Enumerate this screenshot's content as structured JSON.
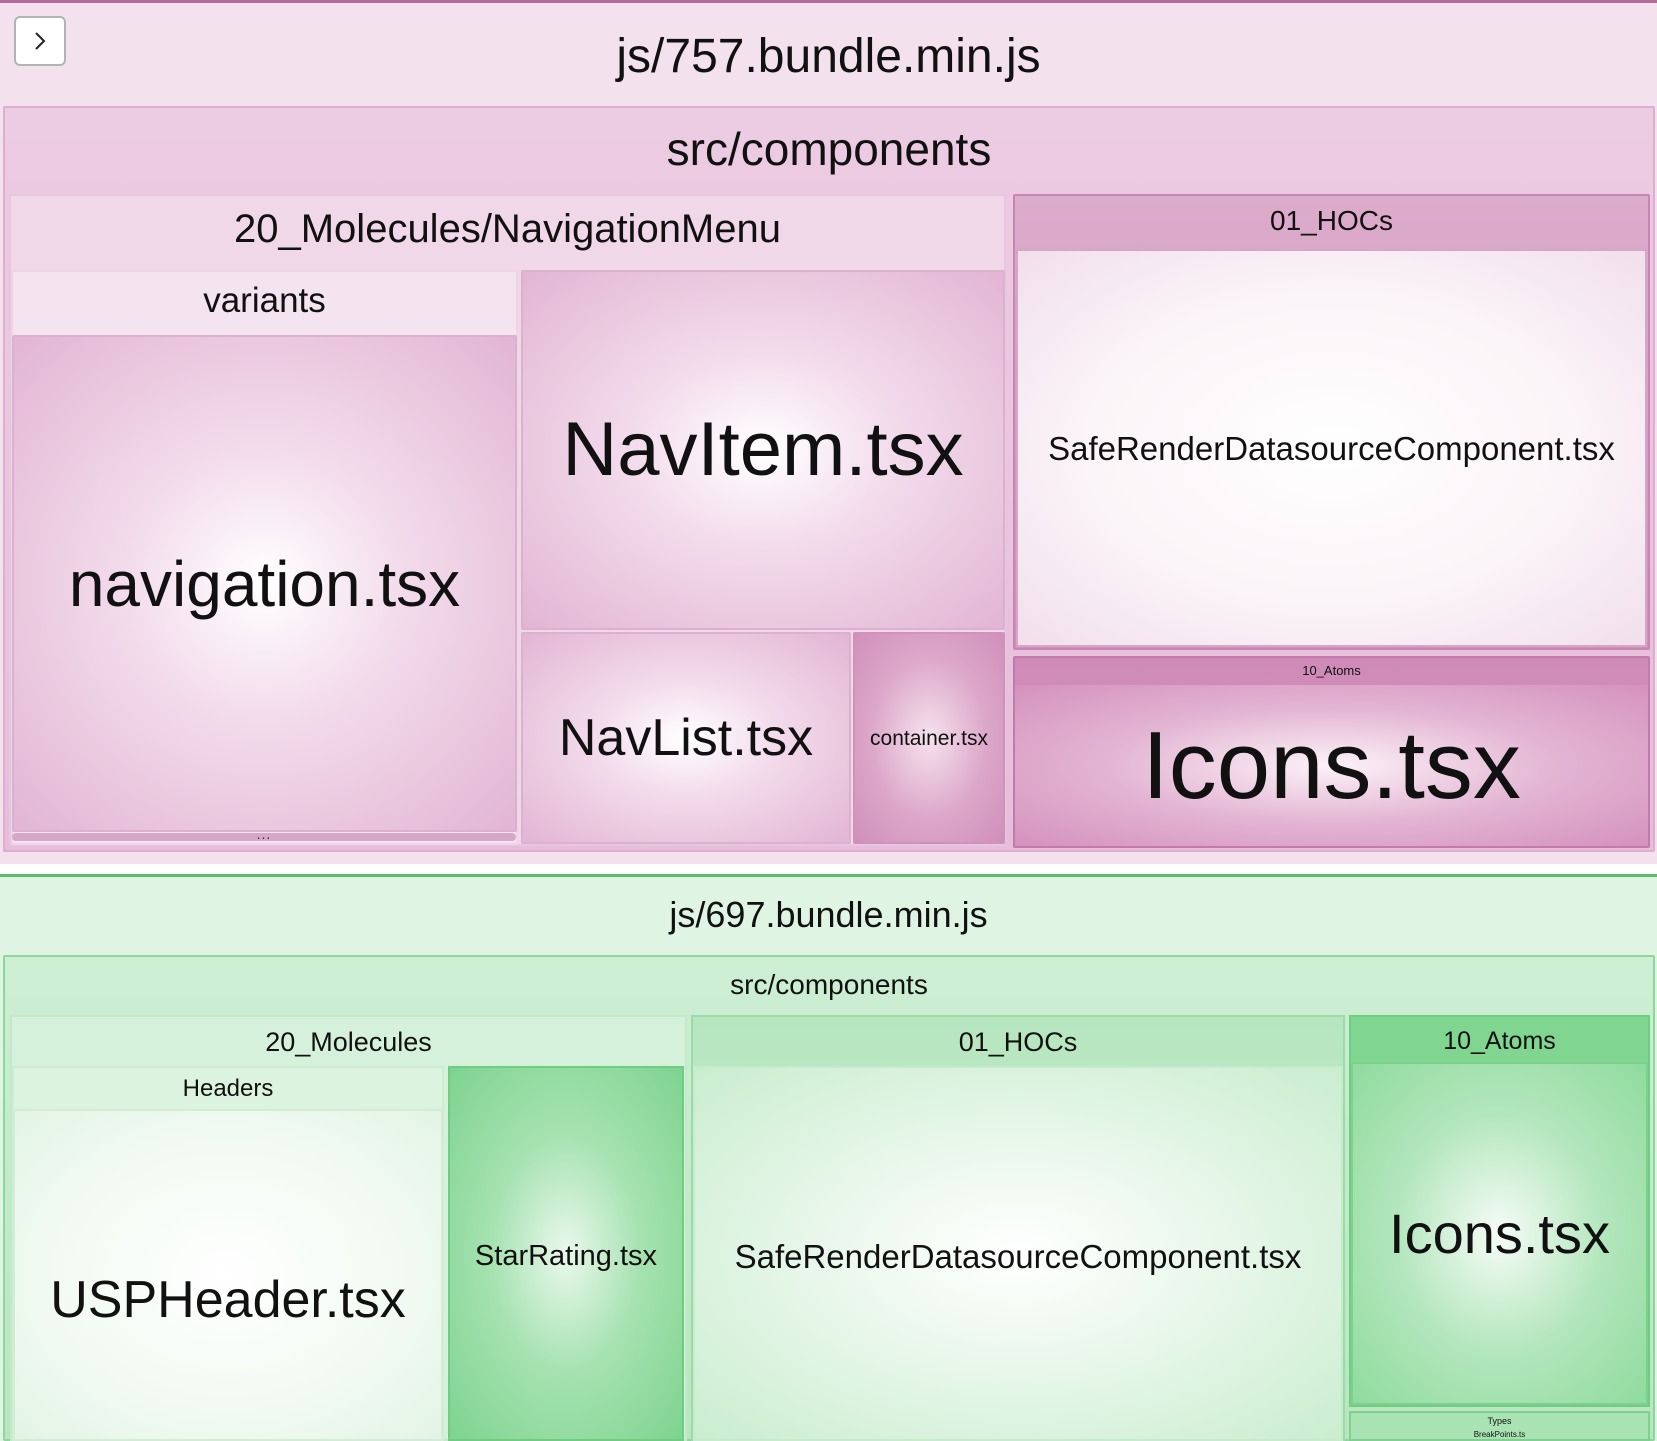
{
  "toolbar": {
    "toggle_icon": "chevron-right-icon"
  },
  "bundles": [
    {
      "name": "js/757.bundle.min.js",
      "color": "#b56a9c",
      "group": {
        "name": "src/components",
        "navigation_menu": {
          "name": "20_Molecules/NavigationMenu",
          "variants": {
            "name": "variants",
            "file": "navigation.tsx",
            "overflow": "..."
          },
          "files": {
            "navitem": "NavItem.tsx",
            "navlist": "NavList.tsx",
            "container": "container.tsx"
          }
        },
        "hocs": {
          "name": "01_HOCs",
          "file": "SafeRenderDatasourceComponent.tsx"
        },
        "atoms": {
          "name": "10_Atoms",
          "file": "Icons.tsx"
        }
      }
    },
    {
      "name": "js/697.bundle.min.js",
      "color": "#5dbb6e",
      "group": {
        "name": "src/components",
        "molecules": {
          "name": "20_Molecules",
          "headers": {
            "name": "Headers",
            "file": "USPHeader.tsx"
          },
          "star_rating": "StarRating.tsx"
        },
        "hocs": {
          "name": "01_HOCs",
          "file": "SafeRenderDatasourceComponent.tsx"
        },
        "atoms": {
          "name": "10_Atoms",
          "file": "Icons.tsx"
        },
        "types": {
          "name": "Types",
          "file": "BreakPoints.ts"
        }
      }
    }
  ]
}
